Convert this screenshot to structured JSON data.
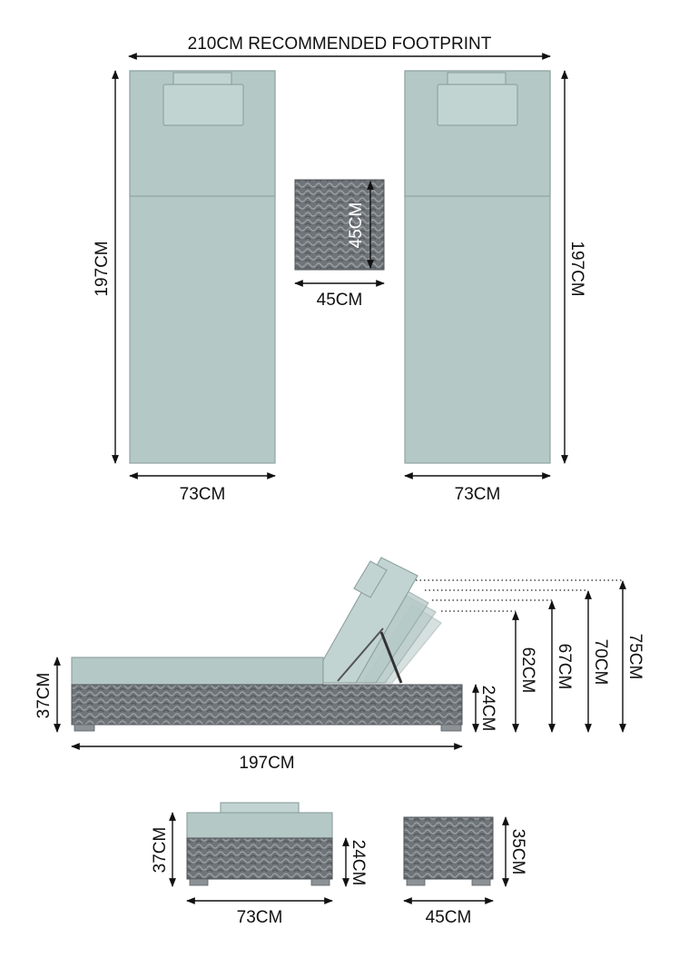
{
  "colors": {
    "cushion": "#b4c8c6",
    "cushion_top": "#c2d4d2",
    "cushion_edge": "#8fa4a2",
    "rattan": "#6f7479",
    "rattan_dark": "#4d5257",
    "ink": "#111111"
  },
  "top_view": {
    "footprint": "210CM RECOMMENDED FOOTPRINT",
    "left_lounger_length": "197CM",
    "right_lounger_length": "197CM",
    "left_lounger_width": "73CM",
    "right_lounger_width": "73CM",
    "table_height": "45CM",
    "table_width": "45CM"
  },
  "side_view": {
    "seat_height": "37CM",
    "frame_height": "24CM",
    "length": "197CM",
    "backrest_positions": [
      "62CM",
      "67CM",
      "70CM",
      "75CM"
    ]
  },
  "front_view": {
    "seat_height": "37CM",
    "frame_height": "24CM",
    "width": "73CM"
  },
  "table_view": {
    "height": "35CM",
    "width": "45CM"
  }
}
